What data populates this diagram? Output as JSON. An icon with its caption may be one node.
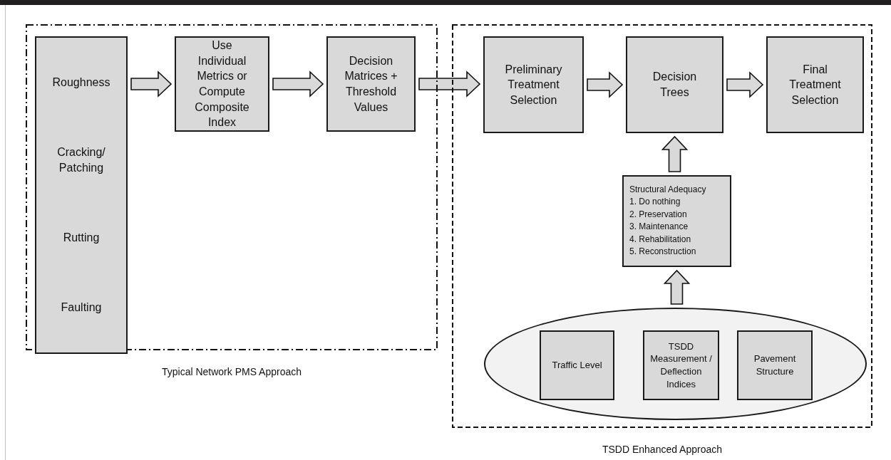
{
  "diagram": {
    "nodes": [
      {
        "text": [
          "Typical Network PMS Approach"
        ]
      },
      {
        "text": [
          "Roughness",
          "Cracking/ Patching",
          "Rutting",
          "Faulting"
        ],
        "in": 0
      },
      {
        "text": [
          "Use Individual Metrics or Compute Composite Index"
        ],
        "in": 0
      },
      {
        "text": [
          "Decision Matrices + Threshold Values"
        ],
        "in": 0
      },
      {
        "text": [
          "TSDD Enhanced Approach"
        ]
      },
      {
        "text": [
          "Preliminary Treatment Selection"
        ],
        "in": 4
      },
      {
        "text": [
          "Decision Trees"
        ],
        "in": 4
      },
      {
        "text": [
          "Final Treatment Selection"
        ],
        "in": 4
      },
      {
        "text": [
          "Structural Adequacy",
          "1. Do nothing",
          "2. Preservation",
          "3. Maintenance",
          "4. Rehabilitation",
          "5. Reconstruction"
        ],
        "in": 4
      },
      {
        "text": [],
        "shape": "ellipse",
        "in": 4
      },
      {
        "text": [
          "Traffic Level"
        ],
        "in": 9
      },
      {
        "text": [
          "TSDD Measurement / Deflection Indices"
        ],
        "in": 9
      },
      {
        "text": [
          "Pavement Structure"
        ],
        "in": 9
      }
    ],
    "edges": [
      {
        "from": 1,
        "to": 2,
        "arrow": "to"
      },
      {
        "from": 2,
        "to": 3,
        "arrow": "to"
      },
      {
        "from": 3,
        "to": 5,
        "arrow": "to"
      },
      {
        "from": 5,
        "to": 6,
        "arrow": "to"
      },
      {
        "from": 6,
        "to": 7,
        "arrow": "to"
      },
      {
        "from": 8,
        "to": 6,
        "arrow": "to"
      },
      {
        "from": 9,
        "to": 8,
        "arrow": "to"
      }
    ]
  }
}
